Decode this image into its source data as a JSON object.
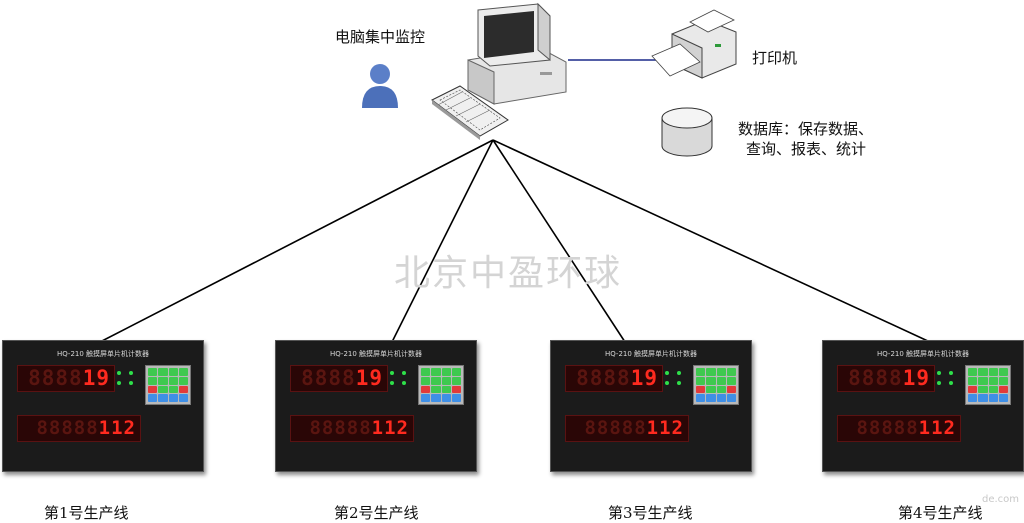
{
  "top": {
    "computer_label": "电脑集中监控",
    "printer_label": "打印机",
    "database_label_line1": "数据库：保存数据、",
    "database_label_line2": "查询、报表、统计"
  },
  "watermark": "北京中盈环球",
  "corner_watermark": "de.com",
  "counters": [
    {
      "title": "HQ-210 触摸屏单片机计数器",
      "display1_ghost": "8888",
      "display1_value": "19",
      "display2_ghost": "88888",
      "display2_value": "112",
      "line_label": "第1号生产线"
    },
    {
      "title": "HQ-210 触摸屏单片机计数器",
      "display1_ghost": "8888",
      "display1_value": "19",
      "display2_ghost": "88888",
      "display2_value": "112",
      "line_label": "第2号生产线"
    },
    {
      "title": "HQ-210 触摸屏单片机计数器",
      "display1_ghost": "8888",
      "display1_value": "19",
      "display2_ghost": "88888",
      "display2_value": "112",
      "line_label": "第3号生产线"
    },
    {
      "title": "HQ-210 触摸屏单片机计数器",
      "display1_ghost": "8888",
      "display1_value": "19",
      "display2_ghost": "88888",
      "display2_value": "112",
      "line_label": "第4号生产线"
    }
  ],
  "colors": {
    "led_red": "#ff2a1f",
    "key_green": "#3fc94f",
    "key_red": "#e23a3a",
    "key_blue": "#3f8fe6",
    "line": "#000000"
  }
}
